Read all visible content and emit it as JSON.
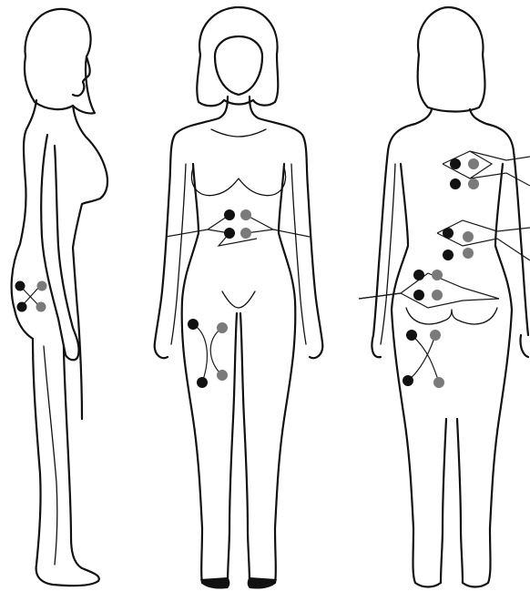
{
  "colors": {
    "background": "#ffffff",
    "outline": "#111111",
    "electrode_black": "#111111",
    "electrode_gray": "#7a7a7a"
  },
  "figures": [
    "side-view",
    "front-view",
    "back-view"
  ],
  "electrode_colors": [
    "black",
    "gray"
  ]
}
